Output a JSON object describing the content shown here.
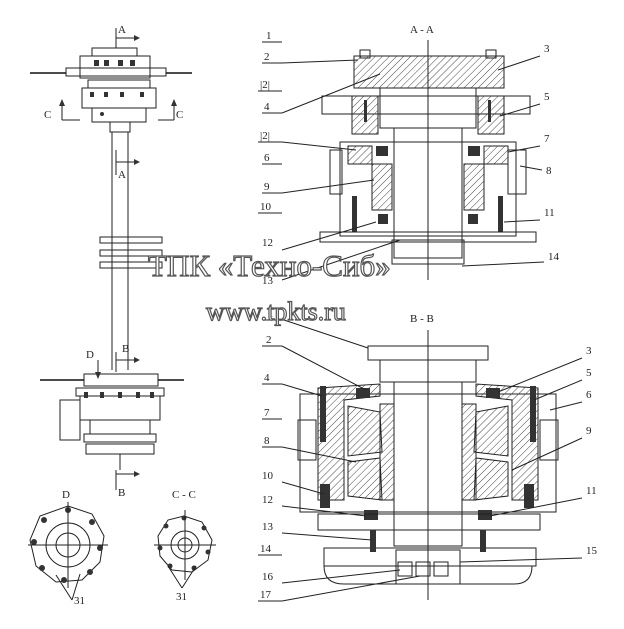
{
  "sections": {
    "aa_title": "A - A",
    "bb_title": "B - B",
    "d_title": "D",
    "cc_title": "C - C",
    "cut_a": "A",
    "cut_b": "B",
    "cut_c": "C",
    "cut_d": "D"
  },
  "watermark": {
    "company": "ТПК «Техно-Сиб»",
    "url": "www.tpkts.ru"
  },
  "callouts_aa": [
    "1",
    "2",
    "|2|",
    "3",
    "4",
    "5",
    "|2|",
    "7",
    "6",
    "8",
    "9",
    "10",
    "11",
    "12",
    "13",
    "14"
  ],
  "callouts_bb": [
    "1",
    "2",
    "3",
    "4",
    "5",
    "6",
    "7",
    "8",
    "9",
    "10",
    "11",
    "12",
    "13",
    "14",
    "15",
    "16",
    "17"
  ],
  "callouts_small": {
    "d_ref": "31",
    "cc_ref": "31"
  }
}
